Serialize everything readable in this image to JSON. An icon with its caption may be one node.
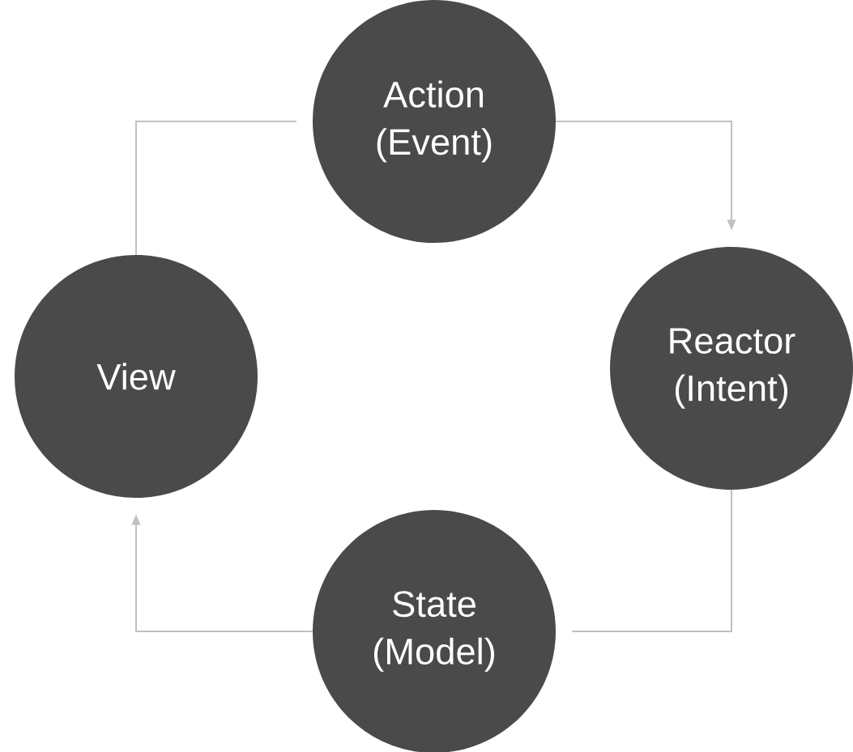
{
  "diagram": {
    "nodes": [
      {
        "text": [
          "Action (Event)"
        ]
      },
      {
        "text": [
          "View"
        ]
      },
      {
        "text": [
          "Reactor (Intent)"
        ]
      },
      {
        "text": [
          "State (Model)"
        ]
      }
    ],
    "edges": [
      {
        "from": 1,
        "to": 0,
        "arrow": "none"
      },
      {
        "from": 0,
        "to": 2,
        "arrow": "to"
      },
      {
        "from": 2,
        "to": 3,
        "arrow": "none"
      },
      {
        "from": 3,
        "to": 1,
        "arrow": "to"
      }
    ]
  }
}
